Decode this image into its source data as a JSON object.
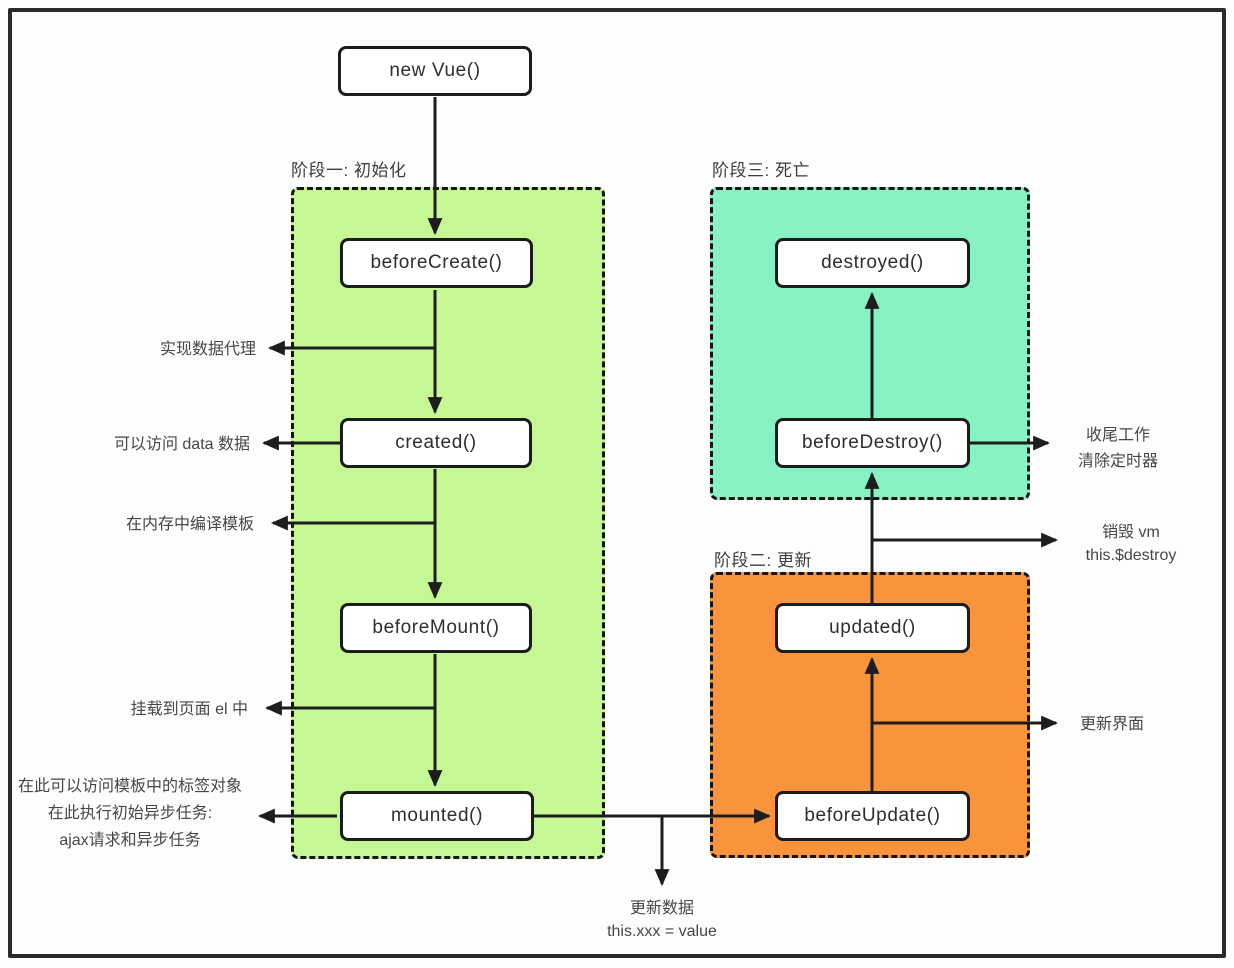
{
  "stages": {
    "one": {
      "label": "阶段一: 初始化",
      "color": "#c6f795"
    },
    "two": {
      "label": "阶段二: 更新",
      "color": "#f9943d"
    },
    "three": {
      "label": "阶段三: 死亡",
      "color": "#89f2c3"
    }
  },
  "nodes": {
    "new_vue": "new Vue()",
    "before_create": "beforeCreate()",
    "created": "created()",
    "before_mount": "beforeMount()",
    "mounted": "mounted()",
    "before_update": "beforeUpdate()",
    "updated": "updated()",
    "before_destroy": "beforeDestroy()",
    "destroyed": "destroyed()"
  },
  "annotations": {
    "data_proxy": "实现数据代理",
    "access_data": "可以访问 data 数据",
    "compile_template": "在内存中编译模板",
    "mount_el": "挂载到页面 el 中",
    "mounted_note": [
      "在此可以访问模板中的标签对象",
      "在此执行初始异步任务:",
      "ajax请求和异步任务"
    ],
    "update_data": [
      "更新数据",
      "this.xxx = value"
    ],
    "cleanup": [
      "收尾工作",
      "清除定时器"
    ],
    "destroy_vm": [
      "销毁 vm",
      "this.$destroy"
    ],
    "update_ui": "更新界面"
  },
  "colors": {
    "line": "#1d1d1d"
  }
}
